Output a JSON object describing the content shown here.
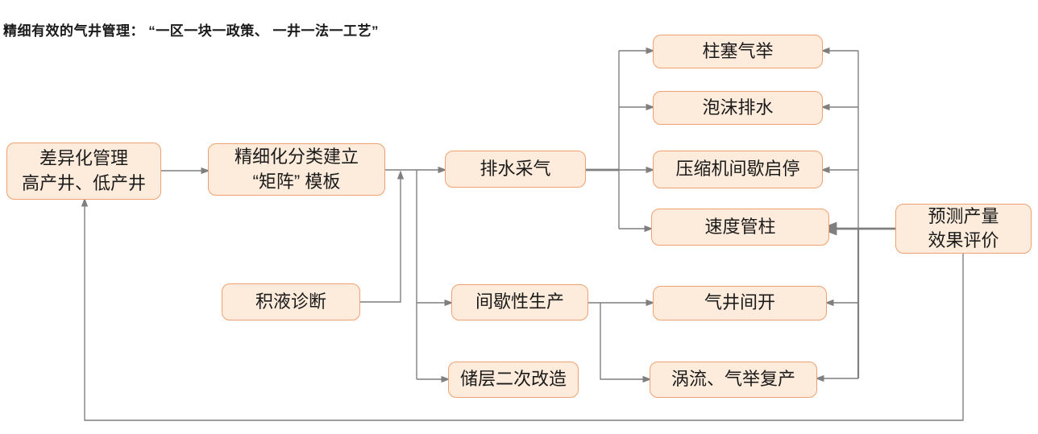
{
  "title": "精细有效的气井管理： “一区一块一政策、 一井一法一工艺”",
  "colors": {
    "box_fill": "#FDEBDB",
    "box_border": "#F0A171",
    "connector": "#7F7F7F",
    "text": "#1A1A1A",
    "background": "#FFFFFF"
  },
  "nodes": {
    "differentiated_management": {
      "text": "差异化管理\n高产井、低产井"
    },
    "matrix_template": {
      "text": "精细化分类建立\n“矩阵” 模板"
    },
    "drainage_gas_recovery": {
      "text": "排水采气"
    },
    "liquid_loading_diagnosis": {
      "text": "积液诊断"
    },
    "intermittent_production": {
      "text": "间歇性生产"
    },
    "reservoir_restimulation": {
      "text": "储层二次改造"
    },
    "plunger_gas_lift": {
      "text": "柱塞气举"
    },
    "foam_drainage": {
      "text": "泡沫排水"
    },
    "compressor_intermittent_startstop": {
      "text": "压缩机间歇启停"
    },
    "velocity_string": {
      "text": "速度管柱"
    },
    "gas_well_intermittent_opening": {
      "text": "气井间开"
    },
    "vortex_gas_lift_restart": {
      "text": "涡流、气举复产"
    },
    "production_forecast_evaluation": {
      "text": "预测产量\n效果评价"
    }
  }
}
